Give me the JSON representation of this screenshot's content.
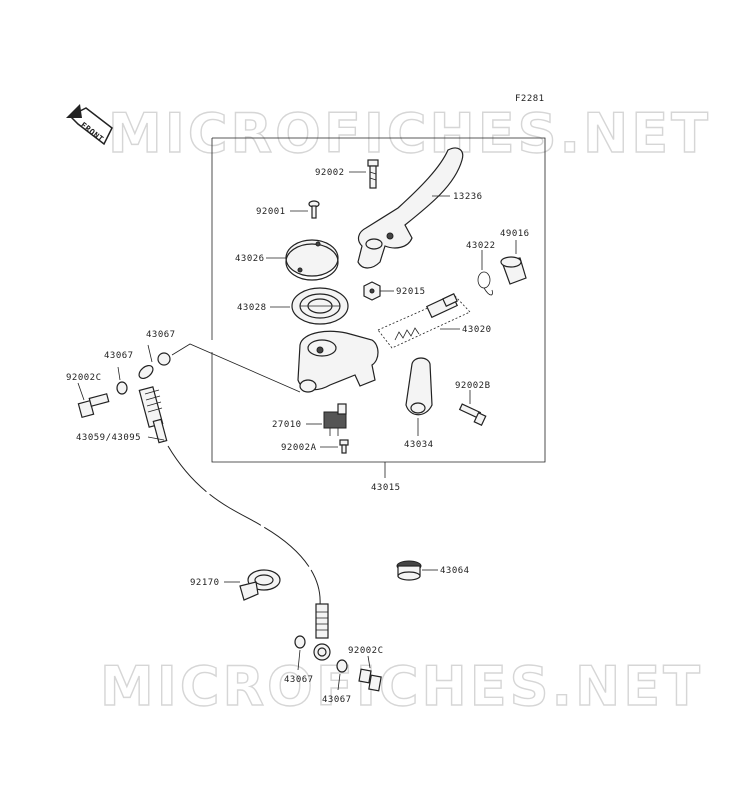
{
  "diagram_id": "F2281",
  "watermark": "MICROFICHES.NET",
  "front_label": "FRONT",
  "parts": {
    "p92002": "92002",
    "p13236": "13236",
    "p92001": "92001",
    "p49016": "49016",
    "p43022": "43022",
    "p43026": "43026",
    "p92015": "92015",
    "p43028": "43028",
    "p43020": "43020",
    "p43067a": "43067",
    "p43067b": "43067",
    "p92002C_a": "92002C",
    "p92002B": "92002B",
    "p27010": "27010",
    "p43059": "43059/43095",
    "p92002A": "92002A",
    "p43034": "43034",
    "p43015": "43015",
    "p92170": "92170",
    "p43064": "43064",
    "p92002C_b": "92002C",
    "p43067c": "43067",
    "p43067d": "43067"
  }
}
